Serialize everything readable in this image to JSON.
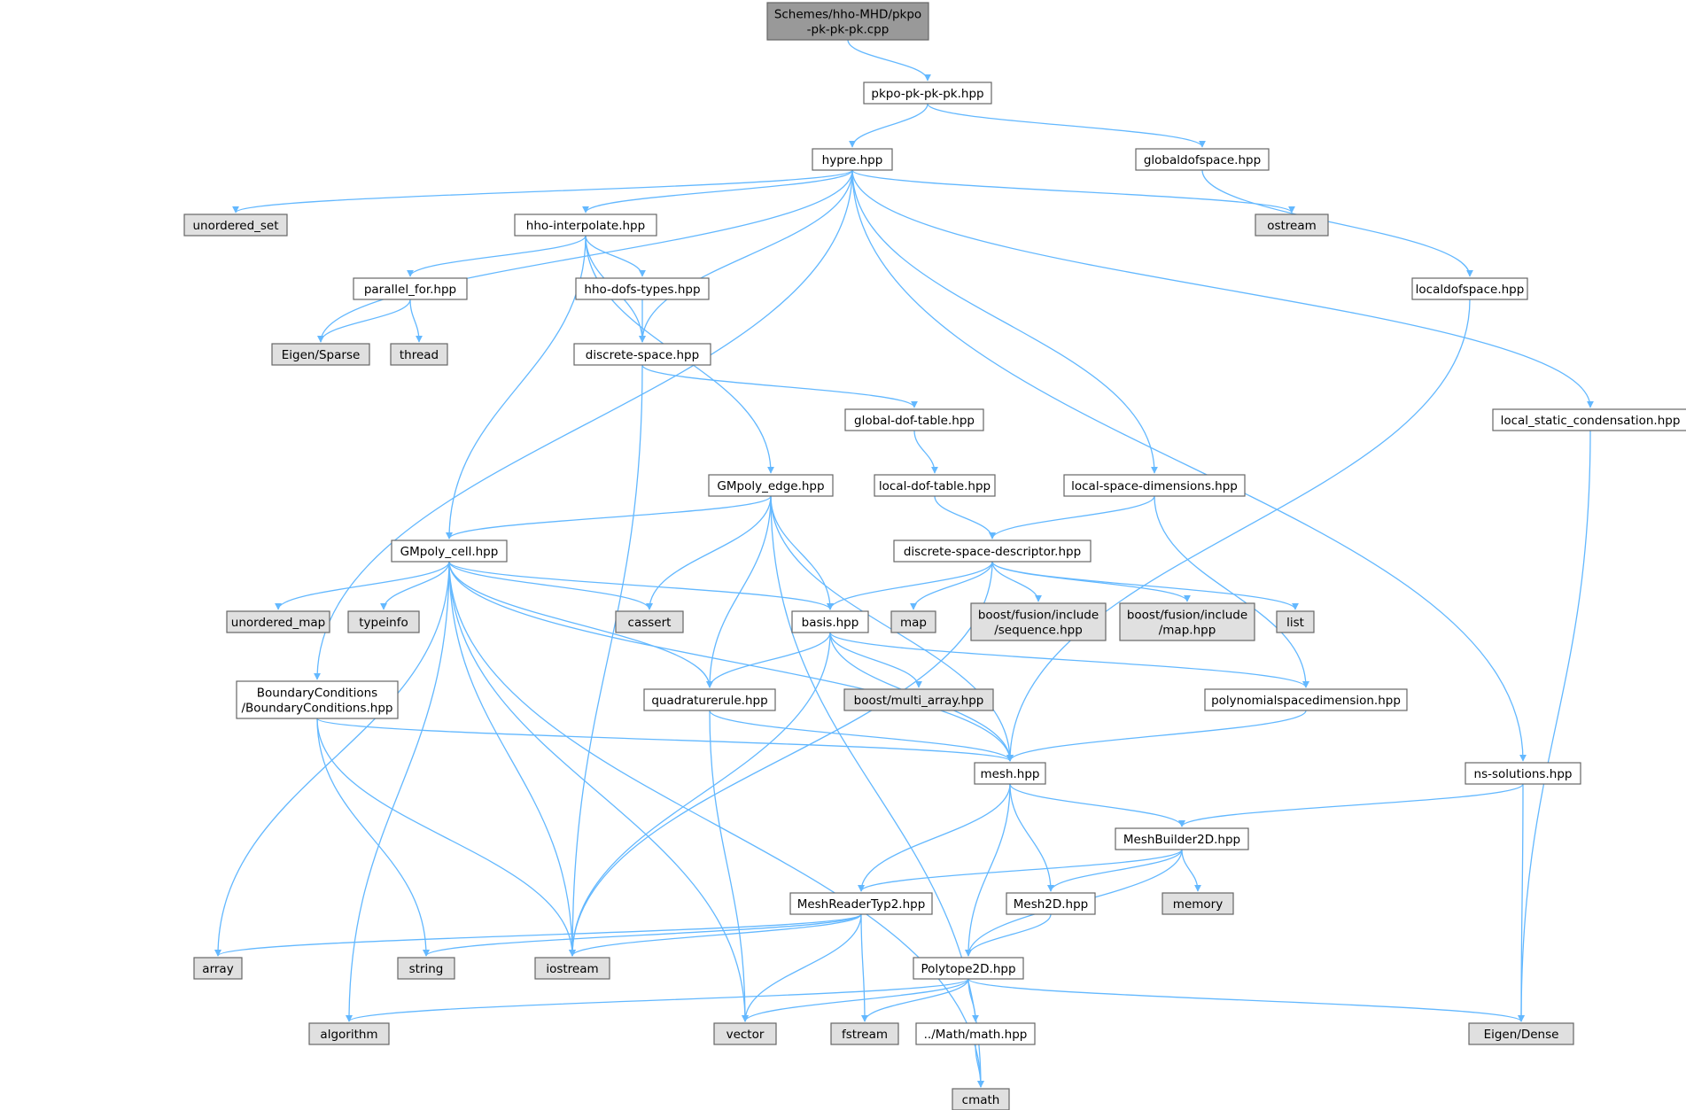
{
  "colors": {
    "edge": "#63b8ff",
    "root_fill": "#999999",
    "header_fill": "#ffffff",
    "system_fill": "#e0e0e0",
    "border": "#666666",
    "text": "#000000"
  },
  "nodes": [
    {
      "id": "root",
      "lines": [
        "Schemes/hho-MHD/pkpo",
        "-pk-pk-pk.cpp"
      ],
      "kind": "root"
    },
    {
      "id": "pkpo",
      "lines": [
        "pkpo-pk-pk-pk.hpp"
      ],
      "kind": "header"
    },
    {
      "id": "hypre",
      "lines": [
        "hypre.hpp"
      ],
      "kind": "header"
    },
    {
      "id": "globaldofspace",
      "lines": [
        "globaldofspace.hpp"
      ],
      "kind": "header"
    },
    {
      "id": "unordered_set",
      "lines": [
        "unordered_set"
      ],
      "kind": "system"
    },
    {
      "id": "hho_interpolate",
      "lines": [
        "hho-interpolate.hpp"
      ],
      "kind": "header"
    },
    {
      "id": "ostream",
      "lines": [
        "ostream"
      ],
      "kind": "system"
    },
    {
      "id": "localdofspace",
      "lines": [
        "localdofspace.hpp"
      ],
      "kind": "header"
    },
    {
      "id": "parallel_for",
      "lines": [
        "parallel_for.hpp"
      ],
      "kind": "header"
    },
    {
      "id": "hho_dofs_types",
      "lines": [
        "hho-dofs-types.hpp"
      ],
      "kind": "header"
    },
    {
      "id": "eigen_sparse",
      "lines": [
        "Eigen/Sparse"
      ],
      "kind": "system"
    },
    {
      "id": "thread",
      "lines": [
        "thread"
      ],
      "kind": "system"
    },
    {
      "id": "discrete_space",
      "lines": [
        "discrete-space.hpp"
      ],
      "kind": "header"
    },
    {
      "id": "global_dof_table",
      "lines": [
        "global-dof-table.hpp"
      ],
      "kind": "header"
    },
    {
      "id": "local_static_condensation",
      "lines": [
        "local_static_condensation.hpp"
      ],
      "kind": "header"
    },
    {
      "id": "gmpoly_edge",
      "lines": [
        "GMpoly_edge.hpp"
      ],
      "kind": "header"
    },
    {
      "id": "local_dof_table",
      "lines": [
        "local-dof-table.hpp"
      ],
      "kind": "header"
    },
    {
      "id": "local_space_dimensions",
      "lines": [
        "local-space-dimensions.hpp"
      ],
      "kind": "header"
    },
    {
      "id": "gmpoly_cell",
      "lines": [
        "GMpoly_cell.hpp"
      ],
      "kind": "header"
    },
    {
      "id": "discrete_space_descriptor",
      "lines": [
        "discrete-space-descriptor.hpp"
      ],
      "kind": "header"
    },
    {
      "id": "unordered_map",
      "lines": [
        "unordered_map"
      ],
      "kind": "system"
    },
    {
      "id": "typeinfo",
      "lines": [
        "typeinfo"
      ],
      "kind": "system"
    },
    {
      "id": "cassert",
      "lines": [
        "cassert"
      ],
      "kind": "system"
    },
    {
      "id": "basis",
      "lines": [
        "basis.hpp"
      ],
      "kind": "header"
    },
    {
      "id": "map",
      "lines": [
        "map"
      ],
      "kind": "system"
    },
    {
      "id": "boost_seq",
      "lines": [
        "boost/fusion/include",
        "/sequence.hpp"
      ],
      "kind": "system"
    },
    {
      "id": "boost_map",
      "lines": [
        "boost/fusion/include",
        "/map.hpp"
      ],
      "kind": "system"
    },
    {
      "id": "list",
      "lines": [
        "list"
      ],
      "kind": "system"
    },
    {
      "id": "boundary_conditions",
      "lines": [
        "BoundaryConditions",
        "/BoundaryConditions.hpp"
      ],
      "kind": "header"
    },
    {
      "id": "quadraturerule",
      "lines": [
        "quadraturerule.hpp"
      ],
      "kind": "header"
    },
    {
      "id": "boost_multi_array",
      "lines": [
        "boost/multi_array.hpp"
      ],
      "kind": "system"
    },
    {
      "id": "polynomialspacedimension",
      "lines": [
        "polynomialspacedimension.hpp"
      ],
      "kind": "header"
    },
    {
      "id": "mesh",
      "lines": [
        "mesh.hpp"
      ],
      "kind": "header"
    },
    {
      "id": "ns_solutions",
      "lines": [
        "ns-solutions.hpp"
      ],
      "kind": "header"
    },
    {
      "id": "meshbuilder2d",
      "lines": [
        "MeshBuilder2D.hpp"
      ],
      "kind": "header"
    },
    {
      "id": "meshreadertyp2",
      "lines": [
        "MeshReaderTyp2.hpp"
      ],
      "kind": "header"
    },
    {
      "id": "mesh2d",
      "lines": [
        "Mesh2D.hpp"
      ],
      "kind": "header"
    },
    {
      "id": "memory",
      "lines": [
        "memory"
      ],
      "kind": "system"
    },
    {
      "id": "array",
      "lines": [
        "array"
      ],
      "kind": "system"
    },
    {
      "id": "string",
      "lines": [
        "string"
      ],
      "kind": "system"
    },
    {
      "id": "iostream",
      "lines": [
        "iostream"
      ],
      "kind": "system"
    },
    {
      "id": "polytope2d",
      "lines": [
        "Polytope2D.hpp"
      ],
      "kind": "header"
    },
    {
      "id": "algorithm",
      "lines": [
        "algorithm"
      ],
      "kind": "system"
    },
    {
      "id": "vector",
      "lines": [
        "vector"
      ],
      "kind": "system"
    },
    {
      "id": "fstream",
      "lines": [
        "fstream"
      ],
      "kind": "system"
    },
    {
      "id": "math",
      "lines": [
        "../Math/math.hpp"
      ],
      "kind": "header"
    },
    {
      "id": "eigen_dense",
      "lines": [
        "Eigen/Dense"
      ],
      "kind": "system"
    },
    {
      "id": "cmath",
      "lines": [
        "cmath"
      ],
      "kind": "system"
    }
  ],
  "edges": [
    [
      "root",
      "pkpo"
    ],
    [
      "pkpo",
      "hypre"
    ],
    [
      "pkpo",
      "globaldofspace"
    ],
    [
      "hypre",
      "unordered_set"
    ],
    [
      "hypre",
      "hho_interpolate"
    ],
    [
      "hypre",
      "eigen_sparse"
    ],
    [
      "hypre",
      "discrete_space"
    ],
    [
      "hypre",
      "ostream"
    ],
    [
      "hypre",
      "local_space_dimensions"
    ],
    [
      "hypre",
      "local_static_condensation"
    ],
    [
      "hypre",
      "ns_solutions"
    ],
    [
      "hypre",
      "boundary_conditions"
    ],
    [
      "globaldofspace",
      "localdofspace"
    ],
    [
      "localdofspace",
      "mesh"
    ],
    [
      "hho_interpolate",
      "parallel_for"
    ],
    [
      "hho_interpolate",
      "hho_dofs_types"
    ],
    [
      "hho_interpolate",
      "discrete_space"
    ],
    [
      "hho_interpolate",
      "gmpoly_cell"
    ],
    [
      "hho_interpolate",
      "gmpoly_edge"
    ],
    [
      "parallel_for",
      "eigen_sparse"
    ],
    [
      "parallel_for",
      "thread"
    ],
    [
      "hho_dofs_types",
      "discrete_space"
    ],
    [
      "discrete_space",
      "global_dof_table"
    ],
    [
      "discrete_space",
      "iostream"
    ],
    [
      "global_dof_table",
      "local_dof_table"
    ],
    [
      "local_dof_table",
      "discrete_space_descriptor"
    ],
    [
      "local_space_dimensions",
      "discrete_space_descriptor"
    ],
    [
      "local_space_dimensions",
      "polynomialspacedimension"
    ],
    [
      "local_static_condensation",
      "eigen_dense"
    ],
    [
      "gmpoly_edge",
      "gmpoly_cell"
    ],
    [
      "gmpoly_edge",
      "cassert"
    ],
    [
      "gmpoly_edge",
      "quadraturerule"
    ],
    [
      "gmpoly_edge",
      "basis"
    ],
    [
      "gmpoly_edge",
      "mesh"
    ],
    [
      "gmpoly_edge",
      "cmath"
    ],
    [
      "gmpoly_cell",
      "unordered_map"
    ],
    [
      "gmpoly_cell",
      "typeinfo"
    ],
    [
      "gmpoly_cell",
      "cassert"
    ],
    [
      "gmpoly_cell",
      "basis"
    ],
    [
      "gmpoly_cell",
      "array"
    ],
    [
      "gmpoly_cell",
      "quadraturerule"
    ],
    [
      "gmpoly_cell",
      "mesh"
    ],
    [
      "gmpoly_cell",
      "iostream"
    ],
    [
      "gmpoly_cell",
      "vector"
    ],
    [
      "gmpoly_cell",
      "algorithm"
    ],
    [
      "gmpoly_cell",
      "cmath"
    ],
    [
      "discrete_space_descriptor",
      "iostream"
    ],
    [
      "discrete_space_descriptor",
      "basis"
    ],
    [
      "discrete_space_descriptor",
      "map"
    ],
    [
      "discrete_space_descriptor",
      "boost_seq"
    ],
    [
      "discrete_space_descriptor",
      "boost_map"
    ],
    [
      "discrete_space_descriptor",
      "list"
    ],
    [
      "basis",
      "quadraturerule"
    ],
    [
      "basis",
      "boost_multi_array"
    ],
    [
      "basis",
      "polynomialspacedimension"
    ],
    [
      "basis",
      "mesh"
    ],
    [
      "basis",
      "iostream"
    ],
    [
      "boundary_conditions",
      "mesh"
    ],
    [
      "boundary_conditions",
      "string"
    ],
    [
      "boundary_conditions",
      "iostream"
    ],
    [
      "quadraturerule",
      "mesh"
    ],
    [
      "quadraturerule",
      "vector"
    ],
    [
      "polynomialspacedimension",
      "mesh"
    ],
    [
      "mesh",
      "meshbuilder2d"
    ],
    [
      "mesh",
      "meshreadertyp2"
    ],
    [
      "mesh",
      "mesh2d"
    ],
    [
      "mesh",
      "polytope2d"
    ],
    [
      "ns_solutions",
      "meshbuilder2d"
    ],
    [
      "ns_solutions",
      "eigen_dense"
    ],
    [
      "meshbuilder2d",
      "meshreadertyp2"
    ],
    [
      "meshbuilder2d",
      "mesh2d"
    ],
    [
      "meshbuilder2d",
      "memory"
    ],
    [
      "meshbuilder2d",
      "polytope2d"
    ],
    [
      "meshreadertyp2",
      "array"
    ],
    [
      "meshreadertyp2",
      "string"
    ],
    [
      "meshreadertyp2",
      "iostream"
    ],
    [
      "meshreadertyp2",
      "vector"
    ],
    [
      "meshreadertyp2",
      "fstream"
    ],
    [
      "mesh2d",
      "polytope2d"
    ],
    [
      "polytope2d",
      "algorithm"
    ],
    [
      "polytope2d",
      "vector"
    ],
    [
      "polytope2d",
      "fstream"
    ],
    [
      "polytope2d",
      "math"
    ],
    [
      "polytope2d",
      "eigen_dense"
    ],
    [
      "math",
      "cmath"
    ]
  ]
}
